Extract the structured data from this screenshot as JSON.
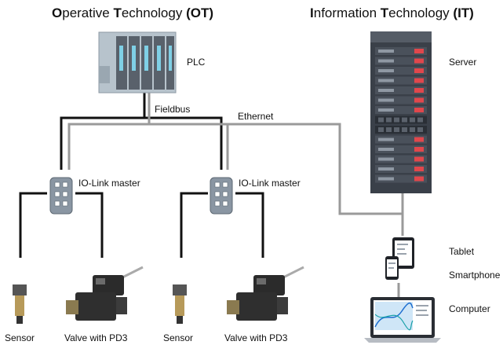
{
  "headings": {
    "ot": {
      "parts": [
        {
          "text": "O",
          "bold": true
        },
        {
          "text": "perative ",
          "bold": false
        },
        {
          "text": "T",
          "bold": true
        },
        {
          "text": "echnology ",
          "bold": false
        },
        {
          "text": "(OT)",
          "bold": true
        }
      ]
    },
    "it": {
      "parts": [
        {
          "text": "I",
          "bold": true
        },
        {
          "text": "nformation ",
          "bold": false
        },
        {
          "text": "T",
          "bold": true
        },
        {
          "text": "echnology ",
          "bold": false
        },
        {
          "text": "(IT)",
          "bold": true
        }
      ]
    }
  },
  "labels": {
    "plc": "PLC",
    "fieldbus": "Fieldbus",
    "ethernet": "Ethernet",
    "server": "Server",
    "io_link_master_1": "IO-Link master",
    "io_link_master_2": "IO-Link master",
    "tablet": "Tablet",
    "smartphone": "Smartphone",
    "computer": "Computer",
    "sensor_1": "Sensor",
    "valve_1": "Valve with PD3",
    "sensor_2": "Sensor",
    "valve_2": "Valve with PD3"
  },
  "colors": {
    "fieldbus_line": "#111111",
    "ethernet_line": "#9a9a9a",
    "plc_body": "#b7c3cc",
    "server_body": "#3a4049",
    "server_accent": "#e0474c",
    "io_master_body": "#8a96a3",
    "screen_accent": "#1e6fd0"
  }
}
